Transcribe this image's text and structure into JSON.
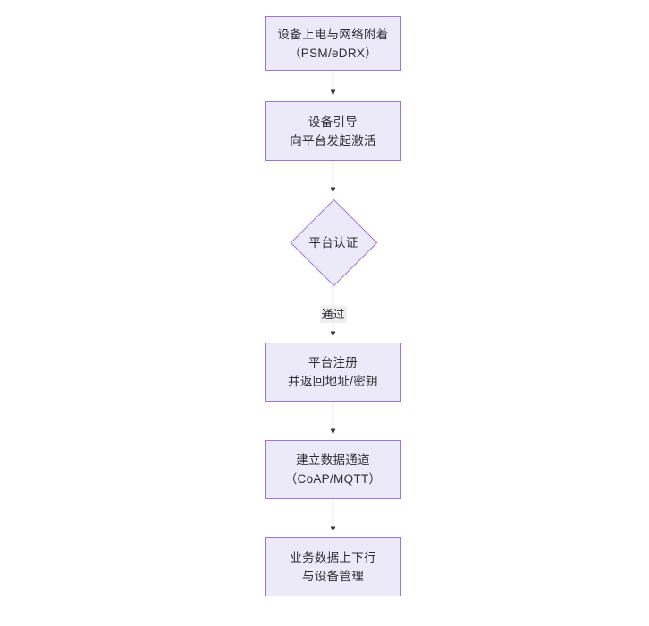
{
  "diagram": {
    "type": "flowchart",
    "orientation": "top-to-bottom",
    "background_color": "#ffffff",
    "node_fill_color": "#ece9f8",
    "node_border_color": "#9a78d1",
    "edge_color": "#333333",
    "text_color": "#2d2d33",
    "nodes": [
      {
        "id": "n1",
        "shape": "rectangle",
        "lines": [
          "设备上电与网络附着",
          "（PSM/eDRX）"
        ]
      },
      {
        "id": "n2",
        "shape": "rectangle",
        "lines": [
          "设备引导",
          "向平台发起激活"
        ]
      },
      {
        "id": "n3",
        "shape": "diamond",
        "lines": [
          "平台认证"
        ]
      },
      {
        "id": "n4",
        "shape": "rectangle",
        "lines": [
          "平台注册",
          "并返回地址/密钥"
        ]
      },
      {
        "id": "n5",
        "shape": "rectangle",
        "lines": [
          "建立数据通道",
          "（CoAP/MQTT）"
        ]
      },
      {
        "id": "n6",
        "shape": "rectangle",
        "lines": [
          "业务数据上下行",
          "与设备管理"
        ]
      }
    ],
    "edges": [
      {
        "from": "n1",
        "to": "n2",
        "label": ""
      },
      {
        "from": "n2",
        "to": "n3",
        "label": ""
      },
      {
        "from": "n3",
        "to": "n4",
        "label": "通过"
      },
      {
        "from": "n4",
        "to": "n5",
        "label": ""
      },
      {
        "from": "n5",
        "to": "n6",
        "label": ""
      }
    ]
  }
}
